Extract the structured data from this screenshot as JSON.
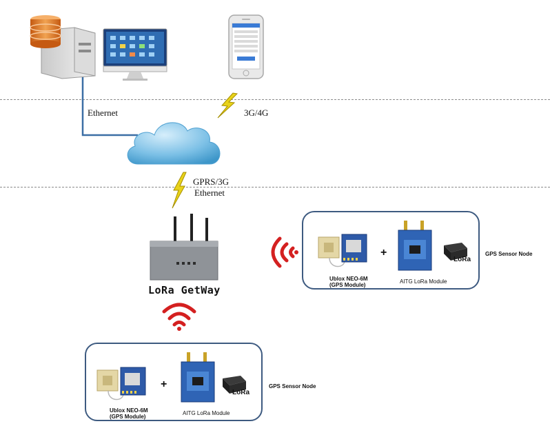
{
  "labels": {
    "ethernet_top": "Ethernet",
    "mobile_net": "3G/4G",
    "gprs": "GPRS/3G",
    "ethernet_gw": "Ethernet",
    "gateway_title": "LoRa GetWay"
  },
  "nodes": [
    {
      "gps_module_line1": "Ublox NEO-6M",
      "gps_module_line2": "(GPS Module)",
      "lora_module": "AITG LoRa Module",
      "plus": "+",
      "lora_logo": "LoRa",
      "side_label": "GPS Sensor Node"
    },
    {
      "gps_module_line1": "Ublox NEO-6M",
      "gps_module_line2": "(GPS Module)",
      "lora_module": "AITG LoRa Module",
      "plus": "+",
      "lora_logo": "LoRa",
      "side_label": "GPS Sensor Node"
    }
  ],
  "colors": {
    "link_line": "#3b6ea5",
    "box_border": "#3d5a80",
    "wifi_red": "#d42020",
    "lightning": "#e8d21a",
    "cloud": "#5fb0da",
    "db_orange": "#e07a2a"
  },
  "icons": [
    "server-icon",
    "monitor-icon",
    "phone-icon",
    "cloud-icon",
    "lightning-icon",
    "gateway-icon",
    "wifi-icon",
    "gps-module-icon",
    "lora-module-icon",
    "lora-chip-icon"
  ]
}
